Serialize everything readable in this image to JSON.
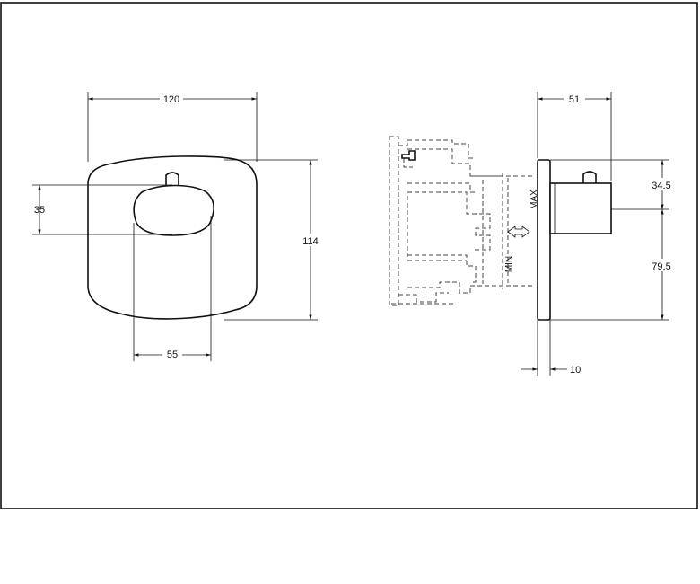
{
  "dimensions": {
    "front_width": "120",
    "front_height": "114",
    "knob_offset": "35",
    "knob_width": "55",
    "side_depth": "51",
    "side_upper": "34.5",
    "side_lower": "79.5",
    "plate_thickness": "10"
  },
  "labels": {
    "max": "MAX",
    "min": "MIN"
  }
}
